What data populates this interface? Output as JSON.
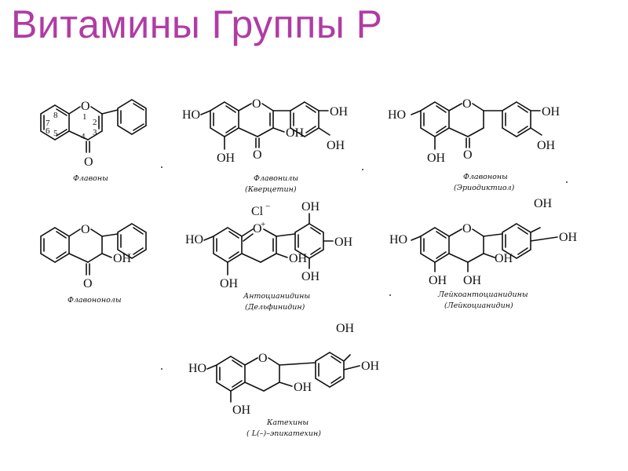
{
  "title": "Витамины Группы Р",
  "compounds": {
    "flavones": {
      "caption": "Флавоны"
    },
    "flavonols": {
      "caption1": "Флавонилы",
      "caption2": "(Кверцетин)"
    },
    "flavanones": {
      "caption1": "Флавононы",
      "caption2": "(Эриодиктиол)"
    },
    "flavanonols": {
      "caption": "Флавононолы"
    },
    "anthocyanidins": {
      "caption1": "Антоцианидины",
      "caption2": "(Дельфинидин)"
    },
    "leucoanthocyanidins": {
      "caption1": "Лейкоантоцианидины",
      "caption2": "(Лейкоцианидин)"
    },
    "catechins": {
      "caption1": "Катехины",
      "caption2": "( L(–)–эпикатехин)"
    }
  },
  "atoms": {
    "O": "O",
    "OH": "OH",
    "HO": "HO",
    "Cl": "Cl",
    "minus": "−",
    "plus": "+"
  },
  "numbering": [
    "1",
    "2",
    "3",
    "4",
    "5",
    "6",
    "7",
    "8"
  ]
}
